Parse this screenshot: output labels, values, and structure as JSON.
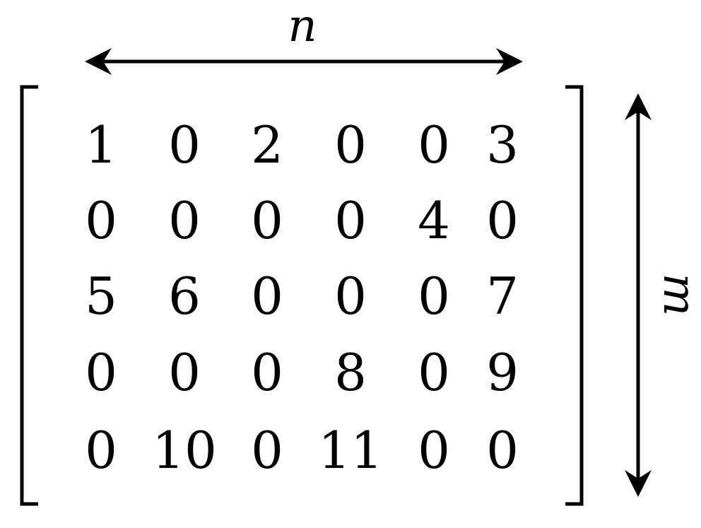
{
  "matrix": {
    "rows": [
      [
        "1",
        "0",
        "2",
        "0",
        "0",
        "3"
      ],
      [
        "0",
        "0",
        "0",
        "0",
        "4",
        "0"
      ],
      [
        "5",
        "6",
        "0",
        "0",
        "0",
        "7"
      ],
      [
        "0",
        "0",
        "0",
        "8",
        "0",
        "9"
      ],
      [
        "0",
        "10",
        "0",
        "11",
        "0",
        "0"
      ]
    ]
  },
  "labels": {
    "columns": "n",
    "rows": "m"
  },
  "colors": {
    "ink": "#000000",
    "background": "#ffffff"
  }
}
